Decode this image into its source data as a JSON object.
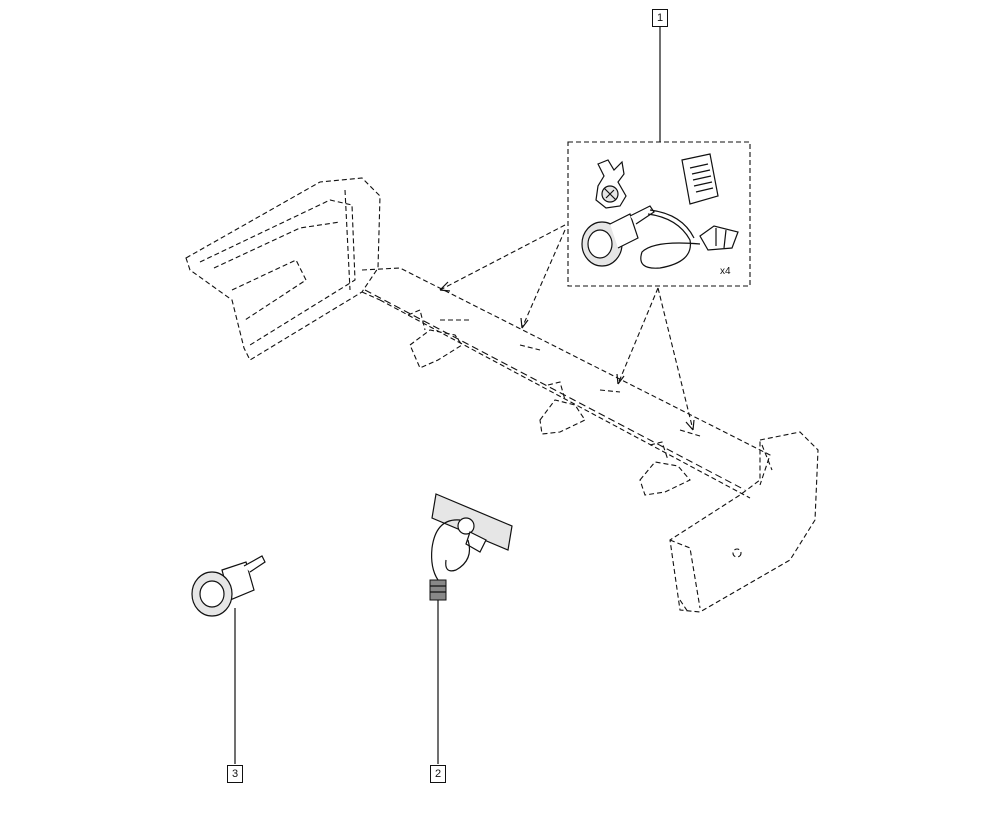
{
  "callouts": {
    "kit": "1",
    "harness": "2",
    "sensor": "3"
  },
  "kit_quantity": "x4"
}
